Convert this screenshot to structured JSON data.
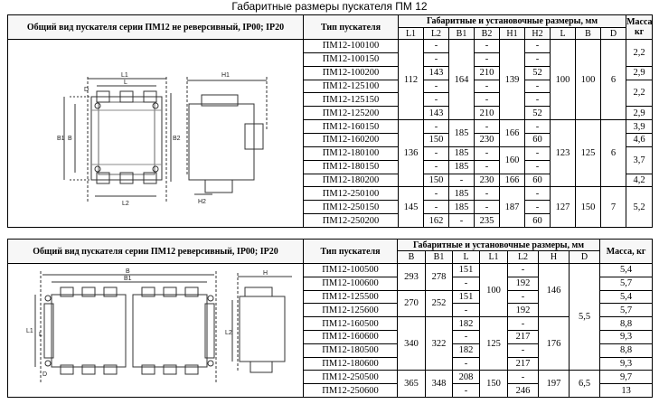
{
  "page_title": "Габаритные размеры пускателя ПМ 12",
  "t1": {
    "header_view": "Общий вид пускателя серии ПМ12 не реверсивный, IP00; IP20",
    "header_type": "Тип пускателя",
    "header_dims": "Габаритные и установочные размеры, мм",
    "header_mass": "Масса, кг",
    "cols": [
      "L1",
      "L2",
      "B1",
      "B2",
      "H1",
      "H2",
      "L",
      "B",
      "D"
    ],
    "types": [
      "ПМ12-100100",
      "ПМ12-100150",
      "ПМ12-100200",
      "ПМ12-125100",
      "ПМ12-125150",
      "ПМ12-125200",
      "ПМ12-160150",
      "ПМ12-160200",
      "ПМ12-180100",
      "ПМ12-180150",
      "ПМ12-180200",
      "ПМ12-250100",
      "ПМ12-250150",
      "ПМ12-250200"
    ],
    "vals": {
      "L1_a": "112",
      "L1_b": "136",
      "L1_c": "145",
      "L2_1": "-",
      "L2_2": "-",
      "L2_3": "143",
      "L2_4": "-",
      "L2_5": "-",
      "L2_6": "143",
      "L2_7": "-",
      "L2_8": "150",
      "L2_9": "-",
      "L2_10": "-",
      "L2_11": "150",
      "L2_12": "-",
      "L2_13": "-",
      "L2_14": "162",
      "B1_a": "164",
      "B1_b": "185",
      "B1_9": "185",
      "B1_10": "185",
      "B1_11": "-",
      "B1_12": "185",
      "B1_13": "185",
      "B1_14": "-",
      "B2_1": "-",
      "B2_2": "-",
      "B2_3": "210",
      "B2_4": "-",
      "B2_5": "-",
      "B2_6": "210",
      "B2_7": "-",
      "B2_8": "230",
      "B2_9": "-",
      "B2_10": "-",
      "B2_11": "230",
      "B2_12": "-",
      "B2_13": "-",
      "B2_14": "235",
      "H1_a": "139",
      "H1_b": "166",
      "H1_c": "160",
      "H1_11": "166",
      "H1_d": "187",
      "H2_1": "-",
      "H2_2": "-",
      "H2_3": "52",
      "H2_4": "-",
      "H2_5": "-",
      "H2_6": "52",
      "H2_7": "-",
      "H2_8": "60",
      "H2_9": "-",
      "H2_10": "-",
      "H2_11": "60",
      "H2_12": "-",
      "H2_13": "-",
      "H2_14": "60",
      "L_a": "100",
      "L_b": "123",
      "L_c": "127",
      "B_a": "100",
      "B_b": "125",
      "B_c": "150",
      "D_a": "6",
      "D_b": "6",
      "D_c": "7",
      "M_1": "2,2",
      "M_2": "2,9",
      "M_3": "2,2",
      "M_4": "2,9",
      "M_5": "3,9",
      "M_6": "4,6",
      "M_7": "3,7",
      "M_8": "4,2",
      "M_9": "5,2"
    },
    "drawing": {
      "front_labels": [
        "L1",
        "L",
        "D",
        "B1",
        "B",
        "B2",
        "L2"
      ],
      "side_labels": [
        "H1",
        "H2"
      ]
    }
  },
  "t2": {
    "header_view": "Общий вид пускателя серии ПМ12 реверсивный, IP00; IP20",
    "header_type": "Тип пускателя",
    "header_dims": "Габаритные и установочные размеры, мм",
    "header_mass": "Масса, кг",
    "cols": [
      "B",
      "B1",
      "L",
      "L1",
      "L2",
      "H",
      "D"
    ],
    "types": [
      "ПМ12-100500",
      "ПМ12-100600",
      "ПМ12-125500",
      "ПМ12-125600",
      "ПМ12-160500",
      "ПМ12-160600",
      "ПМ12-180500",
      "ПМ12-180600",
      "ПМ12-250500",
      "ПМ12-250600"
    ],
    "vals": {
      "B_a": "293",
      "B_b": "270",
      "B_c": "340",
      "B_d": "365",
      "B1_a": "278",
      "B1_b": "252",
      "B1_c": "322",
      "B1_d": "348",
      "L_1": "151",
      "L_2": "-",
      "L_3": "151",
      "L_4": "-",
      "L_5": "182",
      "L_6": "-",
      "L_7": "182",
      "L_8": "-",
      "L_9": "208",
      "L_10": "-",
      "L1_a": "100",
      "L1_b": "125",
      "L1_c": "150",
      "L2_1": "-",
      "L2_2": "192",
      "L2_3": "-",
      "L2_4": "192",
      "L2_5": "-",
      "L2_6": "217",
      "L2_7": "-",
      "L2_8": "217",
      "L2_9": "-",
      "L2_10": "246",
      "H_a": "146",
      "H_b": "176",
      "H_c": "197",
      "D_a": "5,5",
      "D_b": "6,5",
      "M": [
        "5,4",
        "5,7",
        "5,4",
        "5,7",
        "8,8",
        "9,3",
        "8,8",
        "9,3",
        "9,7",
        "13"
      ]
    },
    "drawing": {
      "front_labels": [
        "B",
        "B1",
        "L1",
        "L",
        "D"
      ],
      "side_labels": [
        "H",
        "L2"
      ]
    }
  }
}
